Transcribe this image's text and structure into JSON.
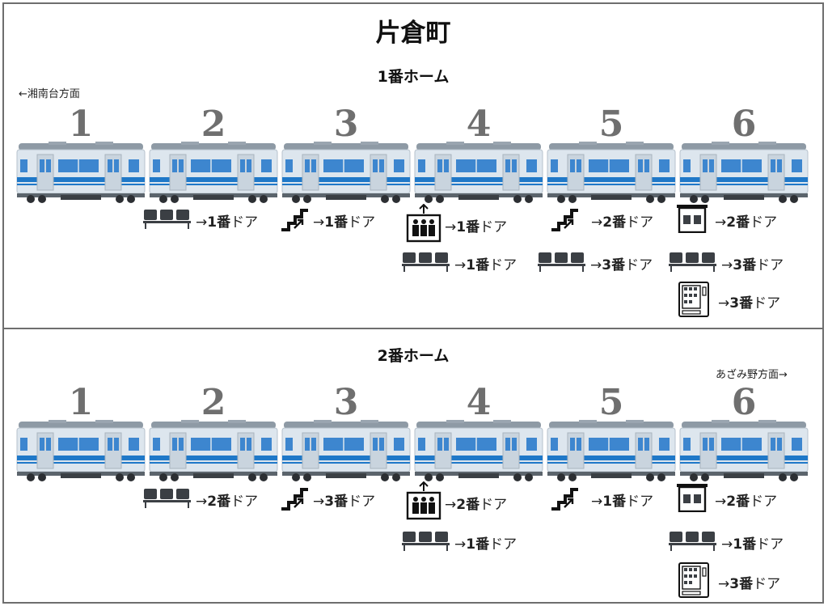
{
  "station": {
    "title": "片倉町"
  },
  "platform1": {
    "title": "1番ホーム",
    "direction": "←湘南台方面",
    "cars": [
      "1",
      "2",
      "3",
      "4",
      "5",
      "6"
    ],
    "info": [
      {
        "car": "2",
        "icon": "bench-icon",
        "arrow": "→",
        "door_no": "1番",
        "door_suffix": "ドア"
      },
      {
        "car": "3",
        "icon": "stairs-icon",
        "arrow": "→",
        "door_no": "1番",
        "door_suffix": "ドア"
      },
      {
        "car": "4",
        "icon": "elevator-icon",
        "arrow": "→",
        "door_no": "1番",
        "door_suffix": "ドア"
      },
      {
        "car": "4",
        "icon": "bench-icon",
        "arrow": "→",
        "door_no": "1番",
        "door_suffix": "ドア"
      },
      {
        "car": "5",
        "icon": "stairs-icon",
        "arrow": "→",
        "door_no": "2番",
        "door_suffix": "ドア"
      },
      {
        "car": "5",
        "icon": "bench-icon",
        "arrow": "→",
        "door_no": "3番",
        "door_suffix": "ドア"
      },
      {
        "car": "6",
        "icon": "waiting-room-icon",
        "arrow": "→",
        "door_no": "2番",
        "door_suffix": "ドア"
      },
      {
        "car": "6",
        "icon": "bench-icon",
        "arrow": "→",
        "door_no": "3番",
        "door_suffix": "ドア"
      },
      {
        "car": "6",
        "icon": "vending-machine-icon",
        "arrow": "→",
        "door_no": "3番",
        "door_suffix": "ドア"
      }
    ]
  },
  "platform2": {
    "title": "2番ホーム",
    "direction": "あざみ野方面→",
    "cars": [
      "1",
      "2",
      "3",
      "4",
      "5",
      "6"
    ],
    "info": [
      {
        "car": "2",
        "icon": "bench-icon",
        "arrow": "→",
        "door_no": "2番",
        "door_suffix": "ドア"
      },
      {
        "car": "3",
        "icon": "stairs-icon",
        "arrow": "→",
        "door_no": "3番",
        "door_suffix": "ドア"
      },
      {
        "car": "4",
        "icon": "elevator-icon",
        "arrow": "→",
        "door_no": "2番",
        "door_suffix": "ドア"
      },
      {
        "car": "4",
        "icon": "bench-icon",
        "arrow": "→",
        "door_no": "1番",
        "door_suffix": "ドア"
      },
      {
        "car": "5",
        "icon": "stairs-icon",
        "arrow": "→",
        "door_no": "1番",
        "door_suffix": "ドア"
      },
      {
        "car": "6",
        "icon": "waiting-room-icon",
        "arrow": "→",
        "door_no": "2番",
        "door_suffix": "ドア"
      },
      {
        "car": "6",
        "icon": "bench-icon",
        "arrow": "→",
        "door_no": "1番",
        "door_suffix": "ドア"
      },
      {
        "car": "6",
        "icon": "vending-machine-icon",
        "arrow": "→",
        "door_no": "3番",
        "door_suffix": "ドア"
      }
    ]
  },
  "colors": {
    "car_body": "#dde6ee",
    "stripe": "#1f78c8",
    "window": "#3d86cf",
    "roof": "#8e9aa5",
    "border": "#6e6e6e"
  }
}
